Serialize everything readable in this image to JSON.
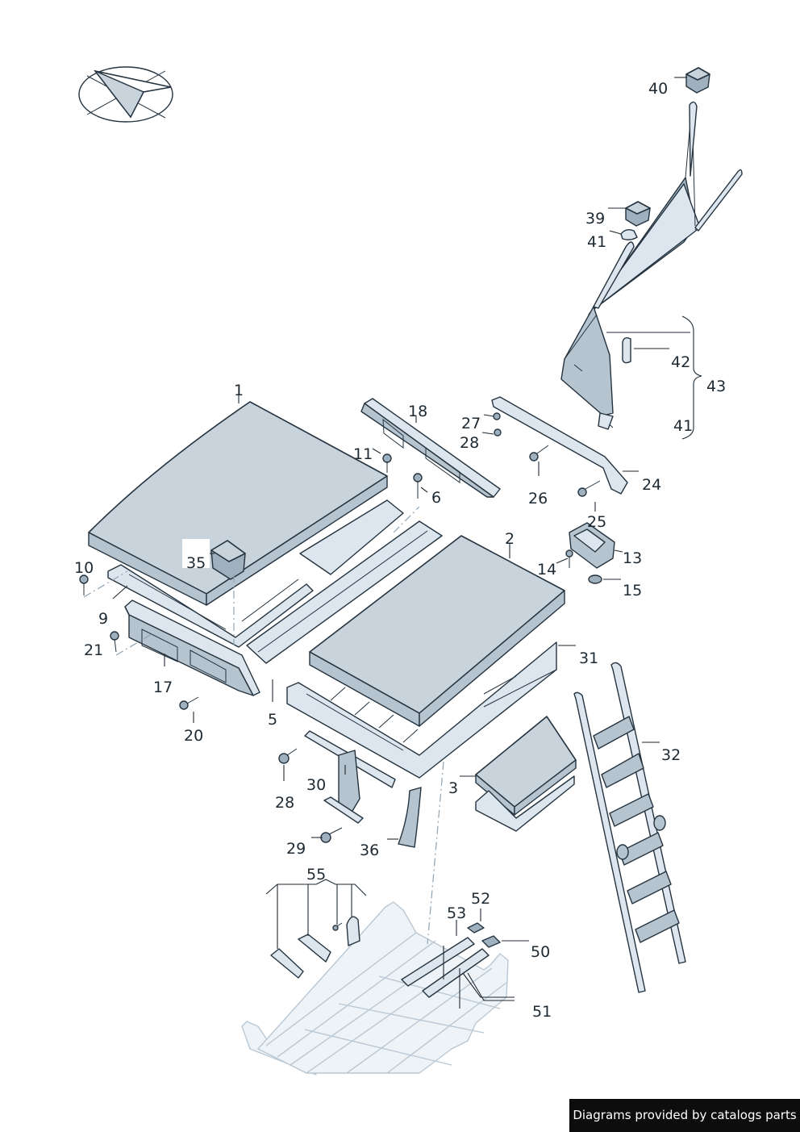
{
  "callouts": {
    "c1": "1",
    "c2": "2",
    "c3": "3",
    "c5": "5",
    "c6": "6",
    "c9": "9",
    "c10": "10",
    "c11": "11",
    "c13": "13",
    "c14": "14",
    "c15": "15",
    "c17": "17",
    "c18": "18",
    "c20": "20",
    "c21": "21",
    "c24": "24",
    "c25": "25",
    "c26": "26",
    "c27": "27",
    "c28a": "28",
    "c28b": "28",
    "c29": "29",
    "c30": "30",
    "c31": "31",
    "c32": "32",
    "c35": "35",
    "c36": "36",
    "c39": "39",
    "c40": "40",
    "c41a": "41",
    "c41b": "41",
    "c42": "42",
    "c43": "43",
    "c50": "50",
    "c51": "51",
    "c52": "52",
    "c53": "53",
    "c55": "55"
  },
  "footer": {
    "credit": "Diagrams provided by catalogs parts"
  },
  "colors": {
    "part_fill": "#dde6ee",
    "part_top": "#c9d3dc",
    "outline": "#24333f",
    "ghost": "#b9c8d4",
    "footer_bg": "#0d0d0d"
  },
  "icons": {
    "orientation": "direction-arrow-icon"
  }
}
